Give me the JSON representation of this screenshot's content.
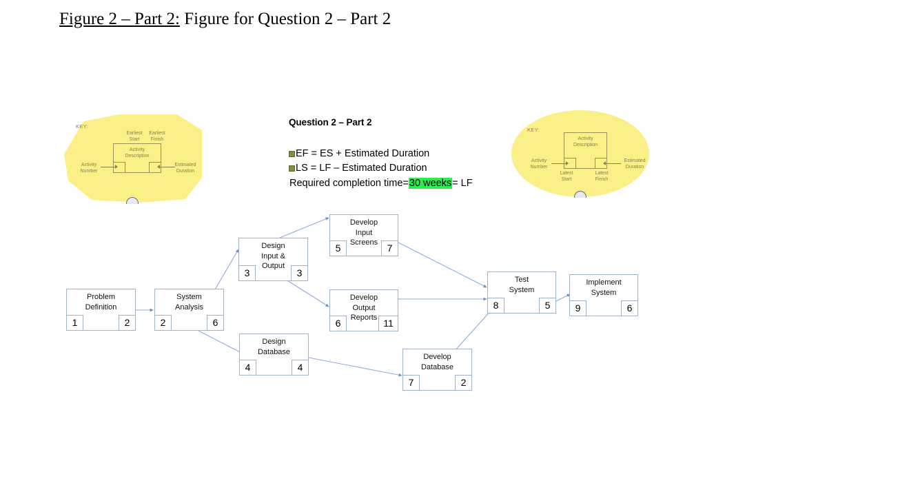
{
  "figure": {
    "label": "Figure 2 – Part 2:",
    "text": " Figure for Question 2 – Part 2"
  },
  "key_left": {
    "title": "KEY:",
    "top_left_label": "Earliest\nStart",
    "top_left_line1": "Earliest",
    "top_left_line2": "Start",
    "top_right_line1": "Earliest",
    "top_right_line2": "Finish",
    "center_line1": "Activity",
    "center_line2": "Description",
    "left_line1": "Activity",
    "left_line2": "Number",
    "right_line1": "Estimated",
    "right_line2": "Duration"
  },
  "key_right": {
    "title": "KEY:",
    "center_line1": "Activity",
    "center_line2": "Description",
    "left_line1": "Activity",
    "left_line2": "Number",
    "right_line1": "Estimated",
    "right_line2": "Duration",
    "bottom_left_line1": "Latest",
    "bottom_left_line2": "Start",
    "bottom_right_line1": "Latest",
    "bottom_right_line2": "Finish"
  },
  "question": {
    "heading": "Question 2 – Part 2",
    "formula_ef": "EF = ES + Estimated Duration",
    "formula_ls": "LS = LF – Estimated Duration",
    "required_prefix": "Required completion time=",
    "required_value": "30 weeks",
    "required_suffix": "= LF"
  },
  "colors": {
    "key_fill": "#faf087",
    "node_border": "#9fb2c9",
    "arrow": "#8faadc",
    "highlight": "#2aee4b",
    "bullet": "#7d8f3c"
  },
  "chart_data": {
    "type": "diagram",
    "diagram_kind": "activity-on-node network / CPM precedence diagram",
    "title": "Question 2 – Part 2",
    "nodes": [
      {
        "id": "problem-definition",
        "title": "Problem Definition",
        "title_lines": [
          "Problem",
          "Definition"
        ],
        "left_value": "1",
        "right_value": "2"
      },
      {
        "id": "system-analysis",
        "title": "System Analysis",
        "title_lines": [
          "System",
          "Analysis"
        ],
        "left_value": "2",
        "right_value": "6"
      },
      {
        "id": "design-input-output",
        "title": "Design Input & Output",
        "title_lines": [
          "Design",
          "Input &",
          "Output"
        ],
        "left_value": "3",
        "right_value": "3"
      },
      {
        "id": "develop-input-screens",
        "title": "Develop Input Screens",
        "title_lines": [
          "Develop",
          "Input",
          "Screens"
        ],
        "left_value": "5",
        "right_value": "7"
      },
      {
        "id": "develop-output-reports",
        "title": "Develop Output Reports",
        "title_lines": [
          "Develop",
          "Output",
          "Reports"
        ],
        "left_value": "6",
        "right_value": "11"
      },
      {
        "id": "design-database",
        "title": "Design Database",
        "title_lines": [
          "Design",
          "Database"
        ],
        "left_value": "4",
        "right_value": "4"
      },
      {
        "id": "develop-database",
        "title": "Develop Database",
        "title_lines": [
          "Develop",
          "Database"
        ],
        "left_value": "7",
        "right_value": "2"
      },
      {
        "id": "test-system",
        "title": "Test System",
        "title_lines": [
          "Test",
          "System"
        ],
        "left_value": "8",
        "right_value": "5"
      },
      {
        "id": "implement-system",
        "title": "Implement System",
        "title_lines": [
          "Implement",
          "System"
        ],
        "left_value": "9",
        "right_value": "6"
      }
    ],
    "edges": [
      {
        "from": "problem-definition",
        "to": "system-analysis"
      },
      {
        "from": "system-analysis",
        "to": "design-input-output"
      },
      {
        "from": "system-analysis",
        "to": "design-database"
      },
      {
        "from": "design-input-output",
        "to": "develop-input-screens"
      },
      {
        "from": "design-input-output",
        "to": "develop-output-reports"
      },
      {
        "from": "develop-input-screens",
        "to": "test-system"
      },
      {
        "from": "develop-output-reports",
        "to": "test-system"
      },
      {
        "from": "design-database",
        "to": "develop-database"
      },
      {
        "from": "develop-database",
        "to": "test-system"
      },
      {
        "from": "test-system",
        "to": "implement-system"
      }
    ],
    "legend": [
      "EF = ES + Estimated Duration",
      "LS = LF – Estimated Duration",
      "Required completion time= 30 weeks = LF"
    ]
  }
}
